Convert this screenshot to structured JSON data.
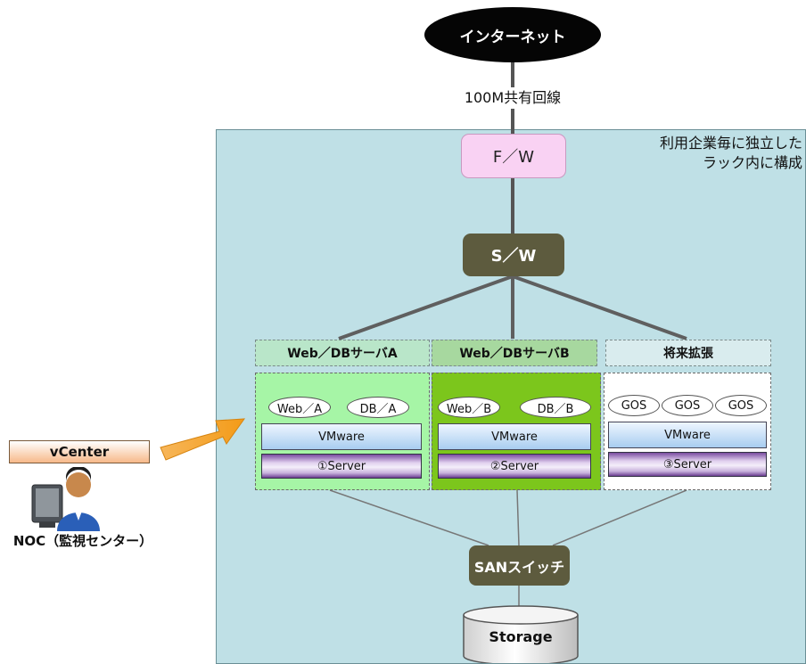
{
  "internet": {
    "label": "インターネット"
  },
  "uplink": {
    "label": "100M共有回線"
  },
  "rack": {
    "note_line1": "利用企業毎に独立した",
    "note_line2": "ラック内に構成"
  },
  "firewall": {
    "label": "F／W"
  },
  "switch": {
    "label": "S／W"
  },
  "groups": [
    {
      "title": "Web／DBサーバA",
      "title_bg": "#b9e6c9",
      "box_bg": "#a6f5a6",
      "vms": [
        "Web／A",
        "DB／A"
      ],
      "vmware": "VMware",
      "server": "①Server"
    },
    {
      "title": "Web／DBサーバB",
      "title_bg": "#a7d89f",
      "box_bg": "#7cc61c",
      "vms": [
        "Web／B",
        "DB／B"
      ],
      "vmware": "VMware",
      "server": "②Server"
    },
    {
      "title": "将来拡張",
      "title_bg": "#d9ecee",
      "box_bg": "#ffffff",
      "vms": [
        "GOS",
        "GOS",
        "GOS"
      ],
      "vmware": "VMware",
      "server": "③Server"
    }
  ],
  "san_switch": {
    "label": "SANスイッチ"
  },
  "storage": {
    "label": "Storage"
  },
  "vcenter": {
    "label": "vCenter"
  },
  "noc": {
    "label": "NOC（監視センター）"
  },
  "colors": {
    "rack_bg": "#bfe0e6",
    "switch_bg": "#5d5b3e",
    "firewall_bg": "#f9d2f3",
    "arrow": "#f6a01e"
  }
}
